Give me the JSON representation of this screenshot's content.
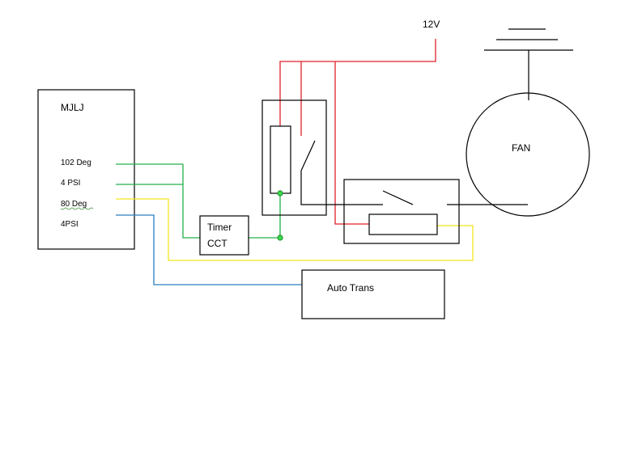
{
  "labels": {
    "supply": "12V",
    "ecu": "MJLJ",
    "in_102": "102 Deg",
    "in_4psi": "4 PSI",
    "in_80": "80  Deg",
    "in_4psi_b": "4PSI",
    "timer_line1": "Timer",
    "timer_line2": "CCT",
    "fan": "FAN",
    "auto_trans": "Auto Trans"
  },
  "wire_colors": {
    "power": "#e0202a",
    "green": "#22b04a",
    "yellow": "#f5e51c",
    "blue": "#2a7fbf",
    "dark_teal": "#1d8a7a",
    "node_fill": "#37d84a"
  }
}
